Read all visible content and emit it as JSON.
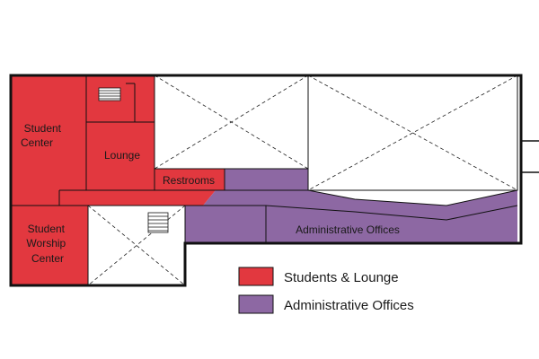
{
  "colors": {
    "students": "#e2383f",
    "admin": "#8d68a3",
    "wall": "#111111",
    "empty": "#ffffff"
  },
  "rooms": {
    "student_center": [
      "Student",
      "Center"
    ],
    "lounge": "Lounge",
    "restrooms": "Restrooms",
    "student_worship_center": [
      "Student",
      "Worship",
      "Center"
    ],
    "administrative_offices": "Administrative Offices"
  },
  "legend": {
    "students": "Students & Lounge",
    "admin": "Administrative Offices"
  }
}
